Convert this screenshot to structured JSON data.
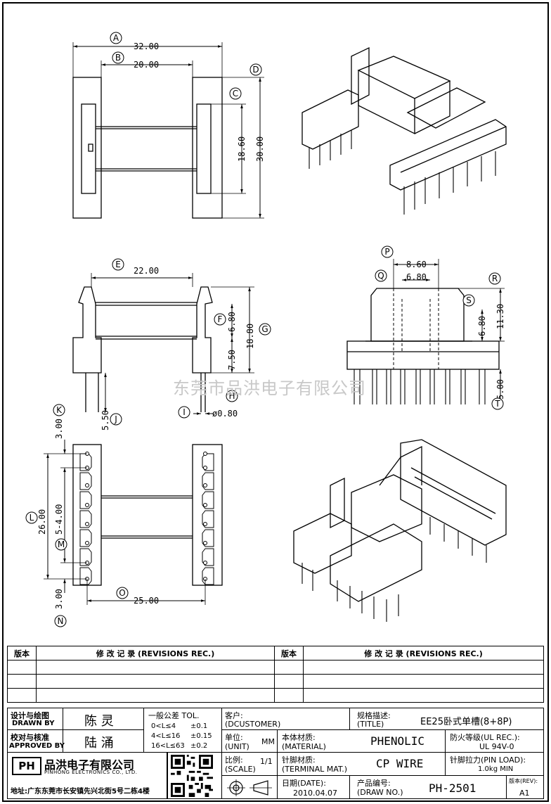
{
  "watermark": "东莞市品洪电子有限公司",
  "dims": {
    "A_32": "32.00",
    "B_20": "20.00",
    "C_1860": "18.60",
    "D_30": "30.00",
    "E_22": "22.00",
    "F_680": "6.80",
    "F_750": "7.50",
    "G_1880": "18.80",
    "J_550": "5.50",
    "I_080": "ø0.80",
    "P_860": "8.60",
    "Q_680": "6.80",
    "S_680": "6.80",
    "R_1130": "11.30",
    "T_500": "5.00",
    "K_300": "3.00",
    "L_26": "26.00",
    "M_5x4": "5-4.00",
    "N_300": "3.00",
    "O_25": "25.00"
  },
  "callouts": [
    "A",
    "B",
    "C",
    "D",
    "E",
    "F",
    "G",
    "H",
    "I",
    "J",
    "P",
    "Q",
    "R",
    "S",
    "T",
    "K",
    "L",
    "M",
    "N",
    "O"
  ],
  "revisions": {
    "col_version": "版本",
    "col_record": "修 改 记 录 (REVISIONS REC.)"
  },
  "title_block": {
    "designer_label_cn": "设计与绘图",
    "designer_label_en": "DRAWN BY",
    "designer_name": "陈 灵",
    "approver_label_cn": "校对与核准",
    "approver_label_en": "APPROVED BY",
    "approver_name": "陆 涌",
    "tol_title": "一般公差 TOL.",
    "tol_rows": [
      {
        "range": "0<L≤4",
        "value": "±0.1"
      },
      {
        "range": "4<L≤16",
        "value": "±0.15"
      },
      {
        "range": "16<L≤63",
        "value": "±0.2"
      }
    ],
    "customer_label": "客户:",
    "customer_label_en": "(DCUSTOMER)",
    "title_label": "规格描述:",
    "title_label_en": "(TITLE)",
    "title_value": "EE25卧式单槽(8+8P)",
    "unit_label": "单位:",
    "unit_label_en": "(UNIT)",
    "unit_value": "MM",
    "material_label": "本体材质:",
    "material_label_en": "(MATERIAL)",
    "material_value": "PHENOLIC",
    "ul_label": "防火等级(UL REC.):",
    "ul_value": "UL 94V-0",
    "scale_label": "比例:",
    "scale_label_en": "(SCALE)",
    "scale_value": "1/1",
    "terminal_label": "针脚材质:",
    "terminal_label_en": "(TERMINAL MAT.)",
    "terminal_value": "CP WIRE",
    "pinload_label": "针脚拉力(PIN LOAD):",
    "pinload_value": "1.0kg MIN",
    "date_label": "日期(DATE):",
    "date_value": "2010.04.07",
    "drawno_label": "产品编号:",
    "drawno_label_en": "(DRAW NO.)",
    "drawno_value": "PH-2501",
    "rev_label": "版本(REV):",
    "rev_value": "A1",
    "company_cn": "品洪电子有限公司",
    "company_en": "PINHONG ELECTRONICS CO., LTD.",
    "address": "地址:广东东莞市长安镇先兴北街5号二栋4楼",
    "logo_text": "PH"
  }
}
